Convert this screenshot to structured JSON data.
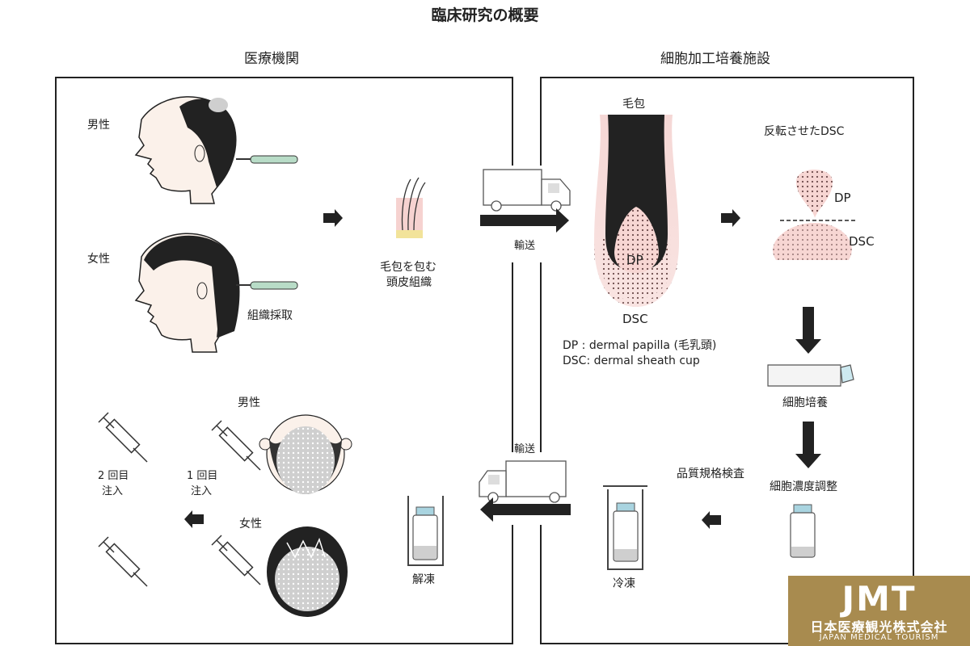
{
  "title": "臨床研究の概要",
  "sections": {
    "left": "医療機関",
    "right": "細胞加工培養施設"
  },
  "labels": {
    "male": "男性",
    "female": "女性",
    "tissue_collection": "組織採取",
    "scalp_tissue_line1": "毛包を包む",
    "scalp_tissue_line2": "頭皮組織",
    "transport_out": "輸送",
    "transport_back": "輸送",
    "hair_follicle": "毛包",
    "dp": "DP",
    "dsc": "DSC",
    "inverted_dsc": "反転させたDSC",
    "inv_dp": "DP",
    "inv_dsc": "DSC",
    "legend_dp": "DP :  dermal papilla (毛乳頭)",
    "legend_dsc": "DSC:  dermal sheath cup",
    "cell_culture": "細胞培養",
    "cell_concentration": "細胞濃度調整",
    "quality_inspection": "品質規格検査",
    "freezing": "冷凍",
    "thawing": "解凍",
    "male_top": "男性",
    "female_top": "女性",
    "first_injection_line1": "1 回目",
    "first_injection_line2": "注入",
    "second_injection_line1": "2 回目",
    "second_injection_line2": "注入"
  },
  "logo": {
    "mark": "JMT",
    "name_jp": "日本医療観光株式会社",
    "name_en": "JAPAN MEDICAL TOURISM"
  }
}
